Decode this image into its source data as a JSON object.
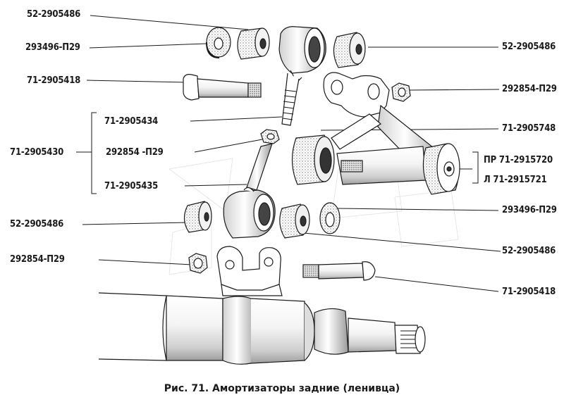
{
  "figure": {
    "caption": "Рис. 71. Амортизаторы задние (ленивца)"
  },
  "labels": {
    "l1": "52-2905486",
    "l2": "293496-П29",
    "l3": "71-2905418",
    "l4": "71-2905434",
    "l5": "71-2905430",
    "l6": "292854 -П29",
    "l7": "71-2905435",
    "l8": "52-2905486",
    "l9": "292854-П29",
    "r1": "52-2905486",
    "r2": "292854-П29",
    "r3": "71-2905748",
    "r4a": "ПР 71-2915720",
    "r4b": "Л  71-2915721",
    "r5": "293496-П29",
    "r6": "52-2905486",
    "r7": "71-2905418"
  },
  "colors": {
    "ink": "#1a1a1a",
    "paper": "#ffffff",
    "shade": "#9a9a9a"
  }
}
